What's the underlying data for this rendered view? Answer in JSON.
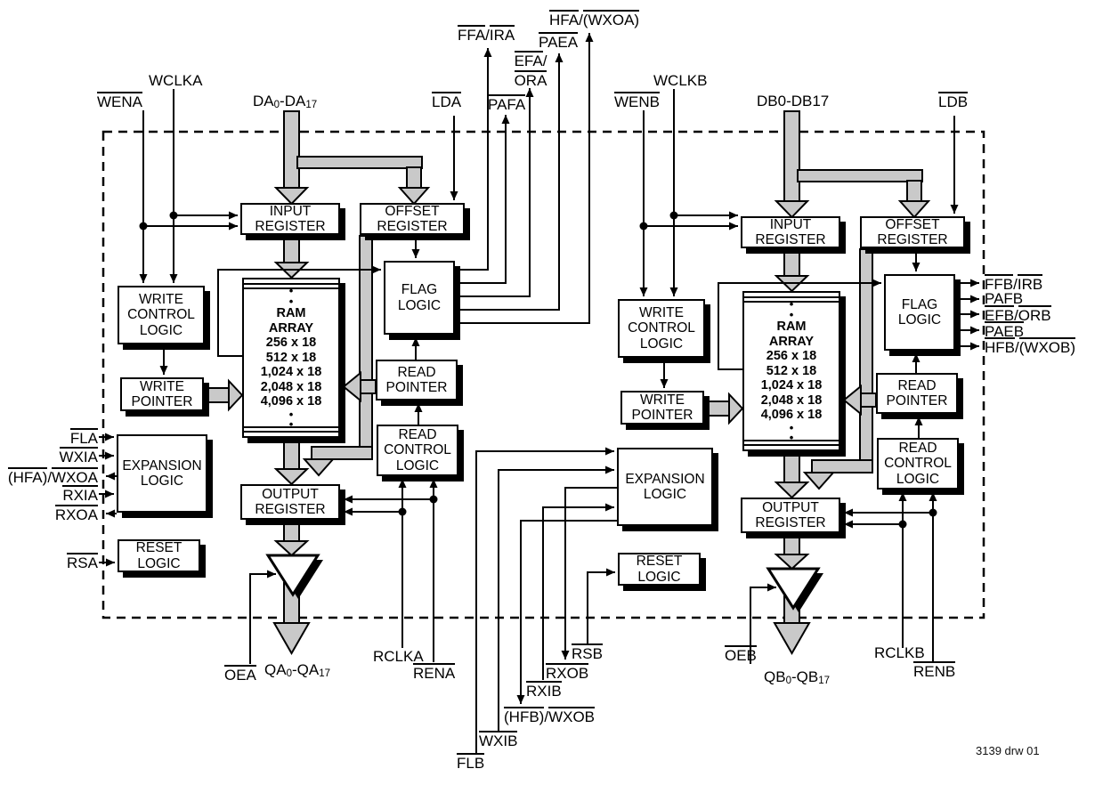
{
  "style_colors": {
    "line": "#000000",
    "bus_fill": "#c9c9c9",
    "background": "#ffffff"
  },
  "blocks": {
    "input_register": "INPUT\nREGISTER",
    "offset_register": "OFFSET\nREGISTER",
    "flag_logic": "FLAG\nLOGIC",
    "write_control_logic": "WRITE\nCONTROL\nLOGIC",
    "write_pointer": "WRITE\nPOINTER",
    "read_pointer": "READ\nPOINTER",
    "read_control_logic": "READ\nCONTROL\nLOGIC",
    "expansion_logic": "EXPANSION\nLOGIC",
    "reset_logic": "RESET\nLOGIC",
    "output_register": "OUTPUT\nREGISTER",
    "ram_array": "RAM\nARRAY\n256 x 18\n512 x 18\n1,024 x 18\n2,048 x 18\n4,096 x 18",
    "ram_dots": "•\n•"
  },
  "channel_a": {
    "pins": {
      "wclka": [
        {
          "t": "WCLKA"
        }
      ],
      "wena": [
        {
          "t": "WENA",
          "ov": true
        }
      ],
      "da_bus": [
        {
          "t": "DA"
        },
        {
          "t": "0",
          "sub": true
        },
        {
          "t": "-DA"
        },
        {
          "t": "17",
          "sub": true
        }
      ],
      "lda": [
        {
          "t": "LDA",
          "ov": true
        }
      ],
      "ffa_ira": [
        {
          "t": "FFA",
          "ov": true
        },
        {
          "t": "/"
        },
        {
          "t": "IRA",
          "ov": true
        }
      ],
      "pafa": [
        {
          "t": "PAFA",
          "ov": true
        }
      ],
      "efa_ora": [
        {
          "t": "EFA",
          "ov": true
        },
        {
          "t": "/"
        },
        {
          "br": true
        },
        {
          "t": "ORA",
          "ov": true
        }
      ],
      "paea": [
        {
          "t": "PAEA",
          "ov": true
        }
      ],
      "hfa_wxoa": [
        {
          "t": "HFA",
          "ov": true
        },
        {
          "t": "/"
        },
        {
          "t": "(WXOA)",
          "ov": true
        }
      ],
      "fla": [
        {
          "t": "FLA",
          "ov": true
        }
      ],
      "wxia": [
        {
          "t": "WXIA",
          "ov": true
        }
      ],
      "hfa_wxoa_out": [
        {
          "t": "(HFA)",
          "ov": true
        },
        {
          "t": "/"
        },
        {
          "t": "WXOA",
          "ov": true
        }
      ],
      "rxia": [
        {
          "t": "RXIA",
          "ov": true
        }
      ],
      "rxoa": [
        {
          "t": "RXOA",
          "ov": true
        }
      ],
      "rsa": [
        {
          "t": "RSA",
          "ov": true
        }
      ],
      "oea": [
        {
          "t": "OEA",
          "ov": true
        }
      ],
      "qa_bus": [
        {
          "t": "QA"
        },
        {
          "t": "0",
          "sub": true
        },
        {
          "t": "-QA"
        },
        {
          "t": "17",
          "sub": true
        }
      ],
      "rclka": [
        {
          "t": "RCLKA"
        }
      ],
      "rena": [
        {
          "t": "RENA",
          "ov": true
        }
      ]
    }
  },
  "channel_b": {
    "pins": {
      "wclkb": [
        {
          "t": "WCLKB"
        }
      ],
      "wenb": [
        {
          "t": "WENB",
          "ov": true
        }
      ],
      "db_bus": [
        {
          "t": "DB0-DB17"
        }
      ],
      "ldb": [
        {
          "t": "LDB",
          "ov": true
        }
      ],
      "ffb_irb": [
        {
          "t": "FFB",
          "ov": true
        },
        {
          "t": "/"
        },
        {
          "t": "IRB",
          "ov": true
        }
      ],
      "pafb": [
        {
          "t": "PAFB"
        }
      ],
      "efb_orb": [
        {
          "t": "EFB",
          "ov": true
        },
        {
          "t": "/"
        },
        {
          "t": "ORB",
          "ov": true
        }
      ],
      "paeb": [
        {
          "t": "PAEB",
          "ov": true
        }
      ],
      "hfb_wxob": [
        {
          "t": "HFB",
          "ov": true
        },
        {
          "t": "/"
        },
        {
          "t": "(WXOB)",
          "ov": true
        }
      ],
      "rsb": [
        {
          "t": "RSB",
          "ov": true
        }
      ],
      "rxob": [
        {
          "t": "RXOB",
          "ov": true
        }
      ],
      "rxib": [
        {
          "t": "RXIB",
          "ov": true
        }
      ],
      "hfb_wxob_out": [
        {
          "t": "(HFB)",
          "ov": true
        },
        {
          "t": "/"
        },
        {
          "t": "WXOB",
          "ov": true
        }
      ],
      "wxib": [
        {
          "t": "WXIB",
          "ov": true
        }
      ],
      "flb": [
        {
          "t": "FLB",
          "ov": true
        }
      ],
      "oeb": [
        {
          "t": "OEB",
          "ov": true
        }
      ],
      "qb_bus": [
        {
          "t": "QB"
        },
        {
          "t": "0",
          "sub": true
        },
        {
          "t": "-QB"
        },
        {
          "t": "17",
          "sub": true
        }
      ],
      "rclkb": [
        {
          "t": "RCLKB"
        }
      ],
      "renb": [
        {
          "t": "RENB",
          "ov": true
        }
      ]
    }
  },
  "footer": {
    "drawing_number": "3139 drw 01"
  }
}
